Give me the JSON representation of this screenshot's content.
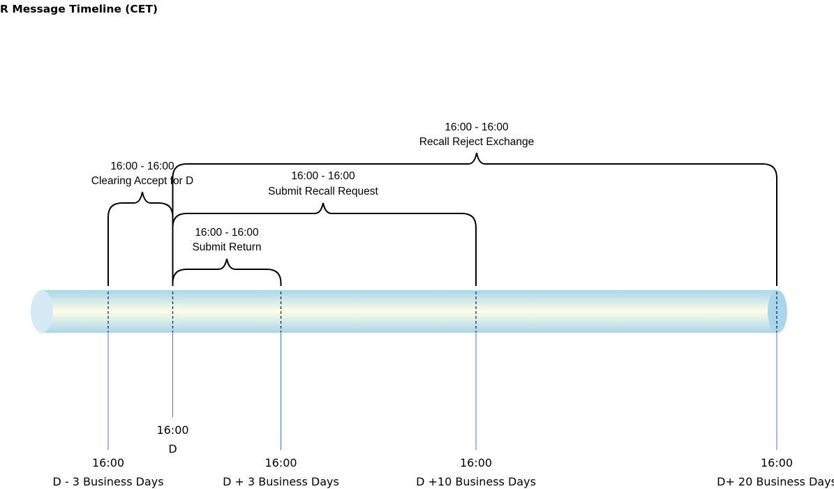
{
  "title": "R Message Timeline (CET)",
  "colors": {
    "tube_edge": "#a8d6ec",
    "tube_center": "#fdfde6",
    "tube_cap": "#d4ebf6",
    "marker_line": "#4a74c4",
    "bracket": "#000000"
  },
  "markers": [
    {
      "id": "d-minus-3",
      "time": "16:00",
      "label": "D - 3 Business Days"
    },
    {
      "id": "d",
      "time": "16:00",
      "label": "D"
    },
    {
      "id": "d-plus-3",
      "time": "16:00",
      "label": "D + 3 Business Days"
    },
    {
      "id": "d-plus-10",
      "time": "16:00",
      "label": "D +10  Business Days"
    },
    {
      "id": "d-plus-20",
      "time": "16:00",
      "label": "D+ 20 Business Days"
    }
  ],
  "brackets": [
    {
      "id": "clearing-accept",
      "range": "16:00 - 16:00",
      "label": "Clearing Accept for D",
      "from": "d-minus-3",
      "to": "d"
    },
    {
      "id": "submit-return",
      "range": "16:00 - 16:00",
      "label": "Submit Return",
      "from": "d",
      "to": "d-plus-3"
    },
    {
      "id": "submit-recall",
      "range": "16:00 - 16:00",
      "label": "Submit Recall Request",
      "from": "d",
      "to": "d-plus-10"
    },
    {
      "id": "recall-reject",
      "range": "16:00 - 16:00",
      "label": "Recall Reject Exchange",
      "from": "d",
      "to": "d-plus-20"
    }
  ]
}
